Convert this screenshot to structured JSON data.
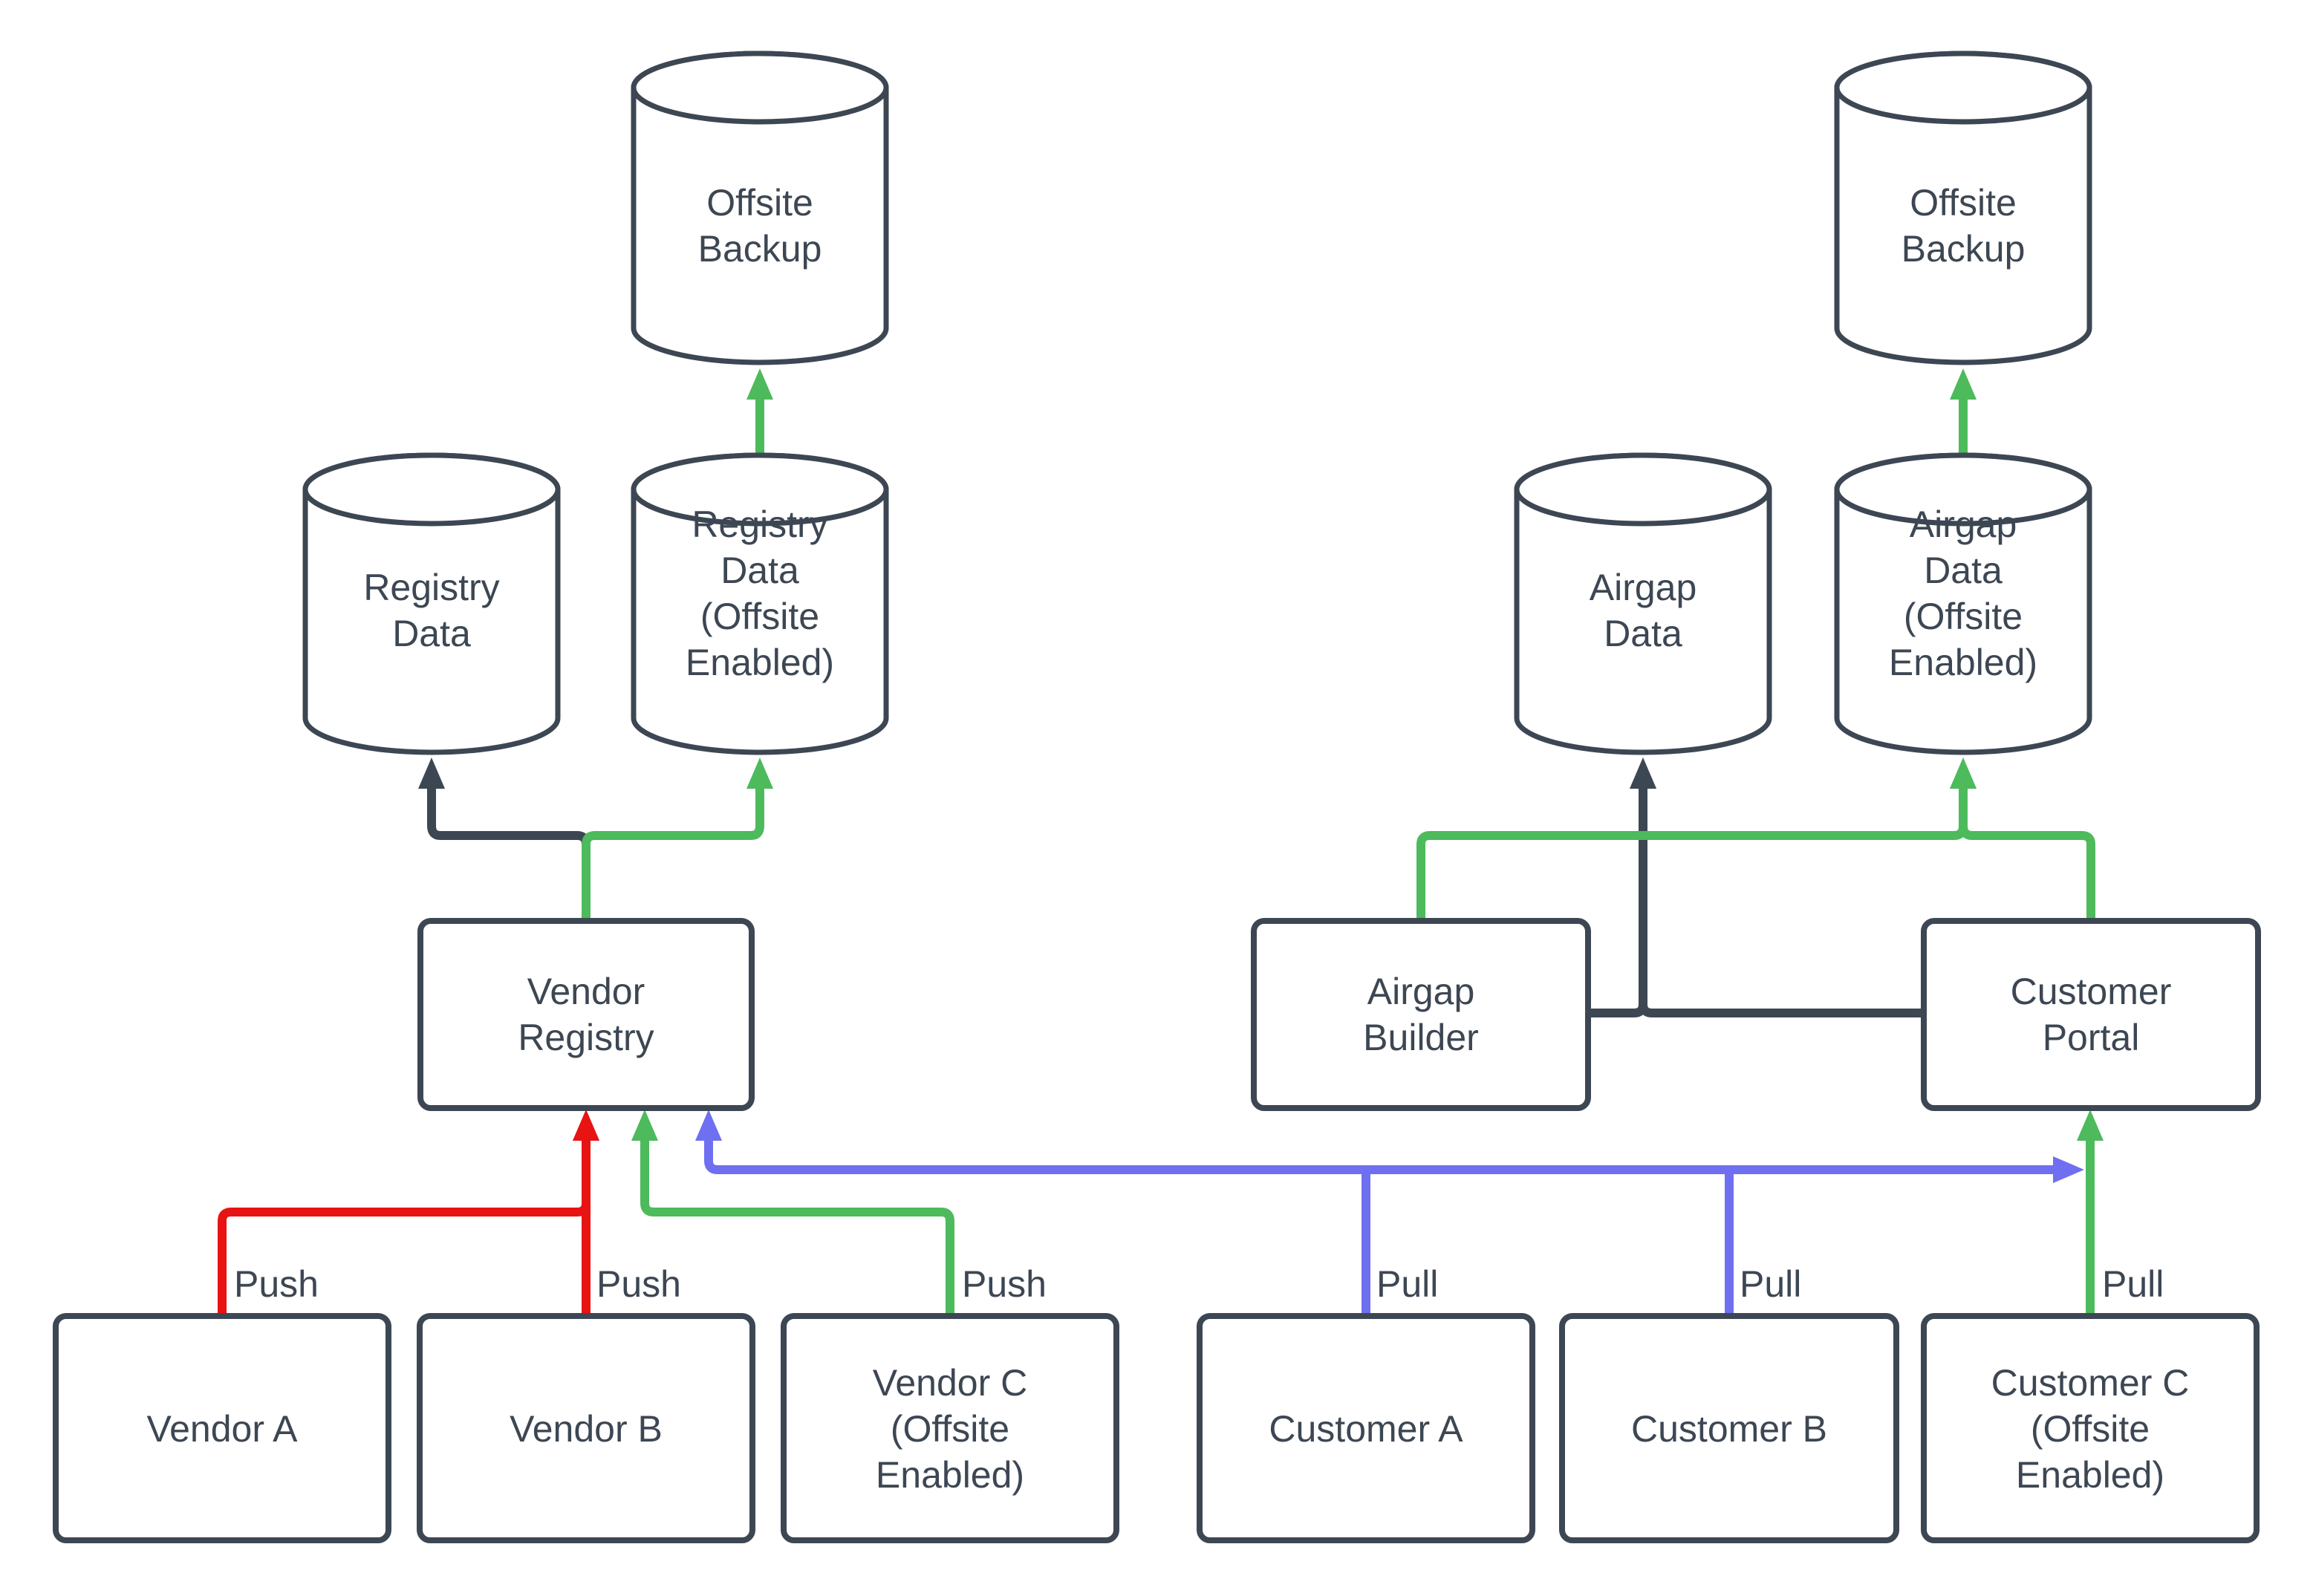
{
  "colors": {
    "stroke": "#3D4753",
    "text": "#3D4753",
    "green": "#4DBA5C",
    "red": "#E81313",
    "blue": "#6F6FF2",
    "bg": "#FFFFFF"
  },
  "diagram": {
    "nodes": {
      "offsite_backup_left": {
        "shape": "cylinder",
        "lines": [
          "Offsite",
          "Backup"
        ]
      },
      "offsite_backup_right": {
        "shape": "cylinder",
        "lines": [
          "Offsite",
          "Backup"
        ]
      },
      "registry_data": {
        "shape": "cylinder",
        "lines": [
          "Registry",
          "Data"
        ]
      },
      "registry_data_offsite": {
        "shape": "cylinder",
        "lines": [
          "Registry",
          "Data",
          "(Offsite",
          "Enabled)"
        ]
      },
      "airgap_data": {
        "shape": "cylinder",
        "lines": [
          "Airgap",
          "Data"
        ]
      },
      "airgap_data_offsite": {
        "shape": "cylinder",
        "lines": [
          "Airgap",
          "Data",
          "(Offsite",
          "Enabled)"
        ]
      },
      "vendor_registry": {
        "shape": "box",
        "lines": [
          "Vendor",
          "Registry"
        ]
      },
      "airgap_builder": {
        "shape": "box",
        "lines": [
          "Airgap",
          "Builder"
        ]
      },
      "customer_portal": {
        "shape": "box",
        "lines": [
          "Customer",
          "Portal"
        ]
      },
      "vendor_a": {
        "shape": "box",
        "lines": [
          "Vendor A"
        ]
      },
      "vendor_b": {
        "shape": "box",
        "lines": [
          "Vendor B"
        ]
      },
      "vendor_c": {
        "shape": "box",
        "lines": [
          "Vendor C",
          "(Offsite",
          "Enabled)"
        ]
      },
      "customer_a": {
        "shape": "box",
        "lines": [
          "Customer A"
        ]
      },
      "customer_b": {
        "shape": "box",
        "lines": [
          "Customer B"
        ]
      },
      "customer_c": {
        "shape": "box",
        "lines": [
          "Customer C",
          "(Offsite",
          "Enabled)"
        ]
      }
    },
    "edge_labels": {
      "vendor_a": "Push",
      "vendor_b": "Push",
      "vendor_c": "Push",
      "customer_a": "Pull",
      "customer_b": "Pull",
      "customer_c": "Pull"
    }
  }
}
